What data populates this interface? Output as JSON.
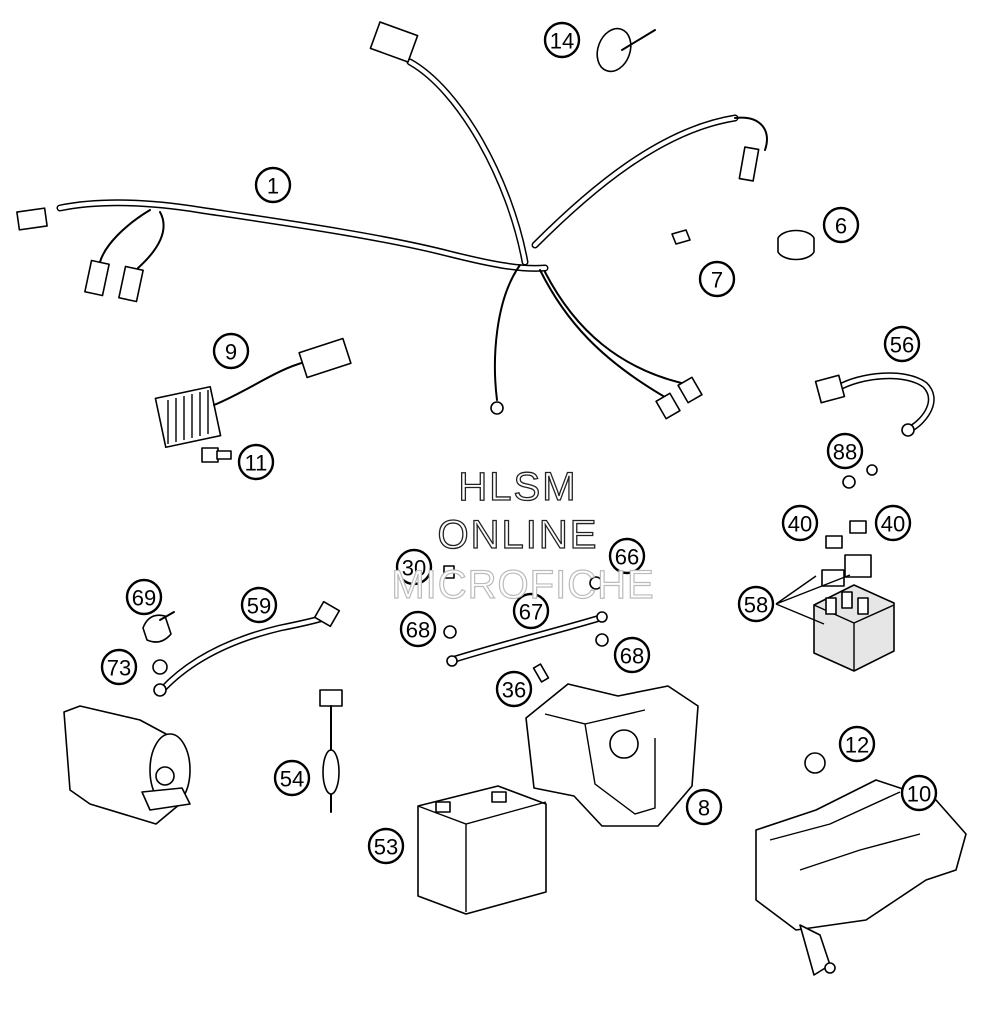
{
  "watermark": {
    "line1": "HLSM",
    "line2": "ONLINE",
    "line3": "MICROFICHE"
  },
  "callouts": [
    "1",
    "14",
    "7",
    "6",
    "9",
    "56",
    "11",
    "88",
    "40",
    "40",
    "30",
    "66",
    "58",
    "69",
    "59",
    "67",
    "68",
    "68",
    "73",
    "36",
    "12",
    "10",
    "54",
    "8",
    "53"
  ]
}
